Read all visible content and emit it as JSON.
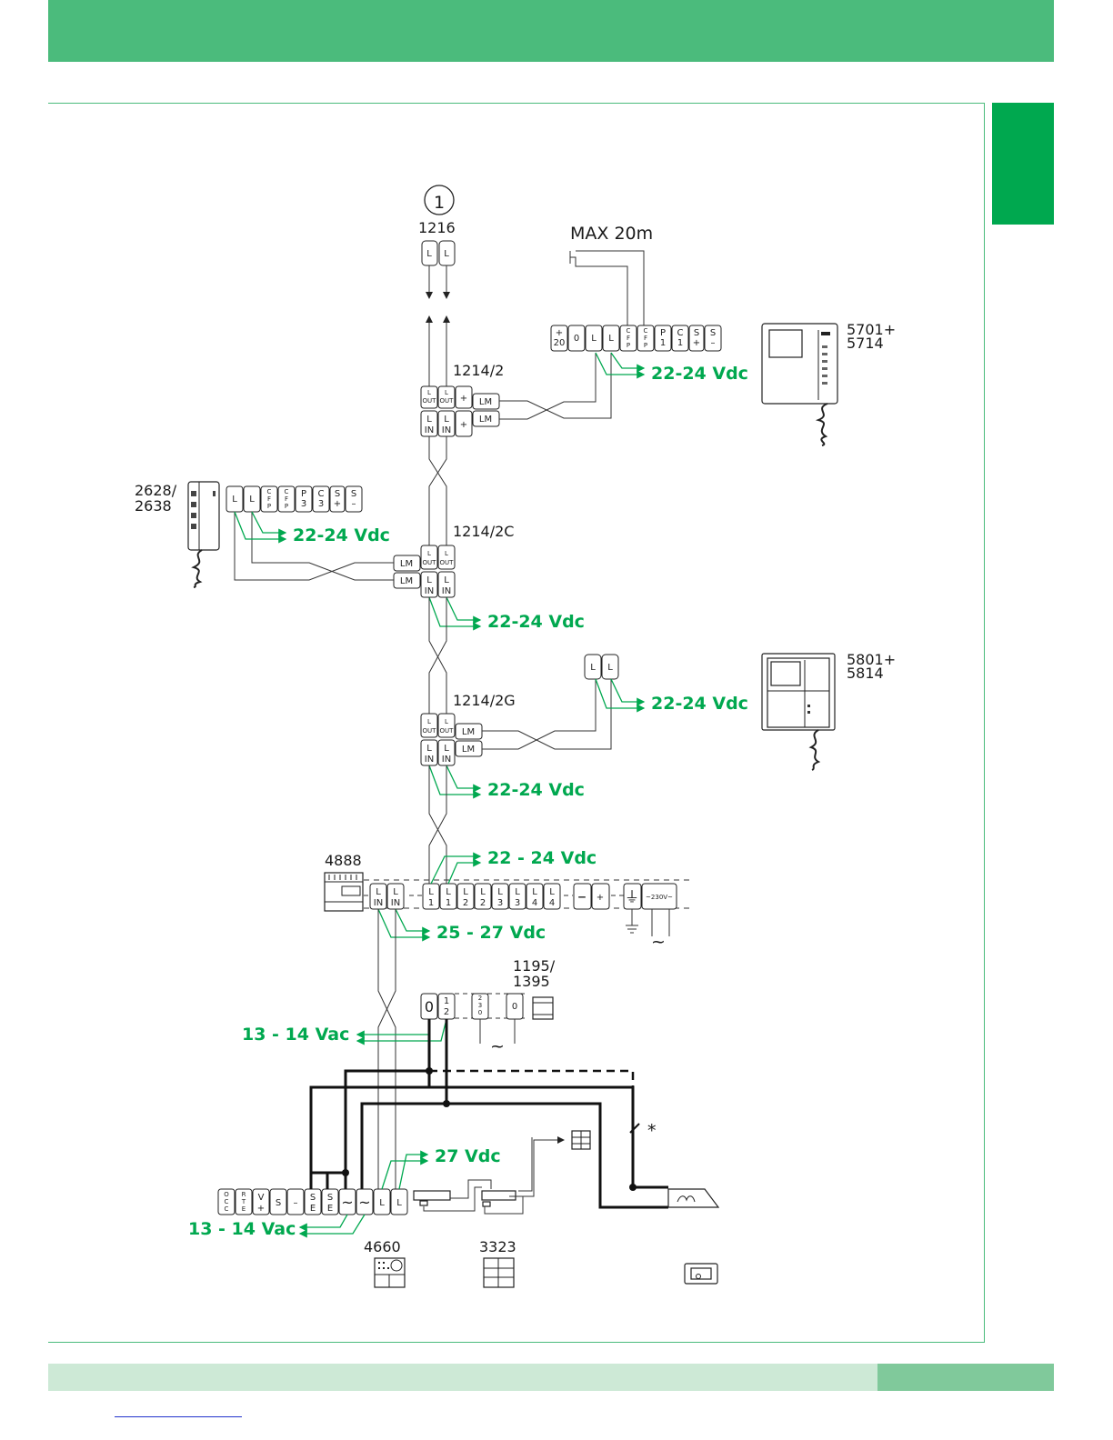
{
  "page": {
    "colors": {
      "header": "#4bbb7c",
      "tab": "#00a84f",
      "frame": "#4bbb7c",
      "footer": "#cde9d6",
      "footer_accent": "#80c99b",
      "voltage_label": "#00a84f"
    }
  },
  "diagram": {
    "circle_number": "1",
    "max_distance": "MAX 20m",
    "devices": {
      "d1216": "1216",
      "d1214_2": "1214/2",
      "d1214_2c": "1214/2C",
      "d1214_2g": "1214/2G",
      "d4888": "4888",
      "d1195_a": "1195/",
      "d1195_b": "1395",
      "d2628_a": "2628/",
      "d2628_b": "2638",
      "d5701_a": "5701+",
      "d5701_b": "5714",
      "d5801_a": "5801+",
      "d5801_b": "5814",
      "d4660": "4660",
      "d3323": "3323"
    },
    "voltages": {
      "v_a": "22-24 Vdc",
      "v_b": "22-24 Vdc",
      "v_c": "22-24 Vdc",
      "v_d": "22-24 Vdc",
      "v_e": "22-24 Vdc",
      "v_f": "22 - 24 Vdc",
      "v_g": "25 - 27 Vdc",
      "v_h": "13 - 14 Vac",
      "v_i": "27 Vdc",
      "v_j": "13 - 14 Vac"
    },
    "terminals": {
      "L": "L",
      "LM": "LM",
      "plus": "+",
      "minus": "–",
      "OUT": "OUT",
      "IN": "IN",
      "zero": "0",
      "one": "1",
      "two": "2",
      "three": "3",
      "four": "4",
      "CFP_C": "C",
      "CFP_F": "F",
      "CFP_P": "P",
      "P": "P",
      "C": "C",
      "S": "S",
      "twenty": "20",
      "V": "V",
      "E": "E",
      "O": "O",
      "R": "R",
      "T": "T",
      "tilde": "~",
      "v230": "~230V~",
      "ground": "⏚",
      "star": "*"
    }
  }
}
